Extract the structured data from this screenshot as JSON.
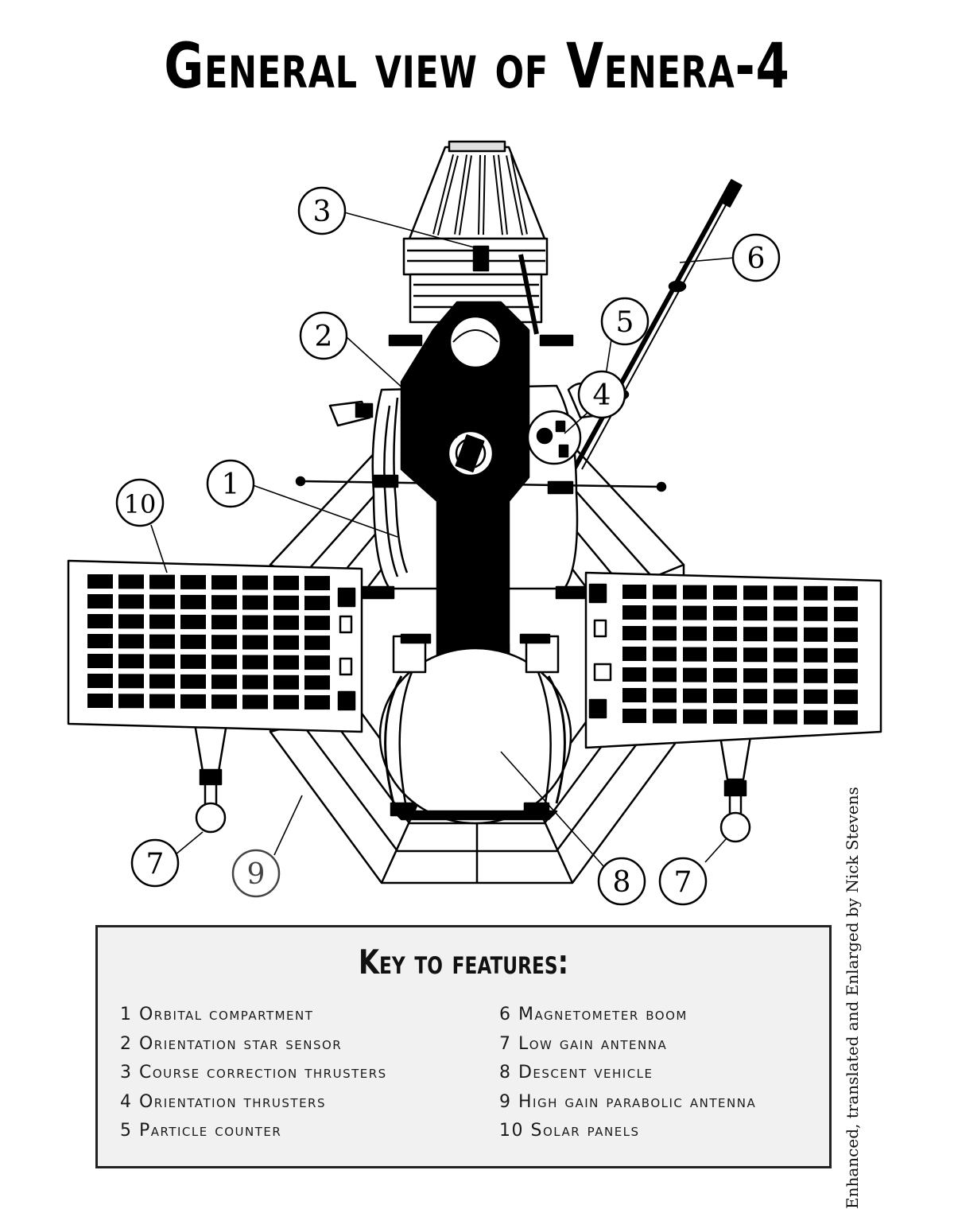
{
  "title": "General view of Venera-4",
  "callouts": [
    {
      "id": "c1",
      "label": "1"
    },
    {
      "id": "c2",
      "label": "2"
    },
    {
      "id": "c3",
      "label": "3"
    },
    {
      "id": "c4",
      "label": "4"
    },
    {
      "id": "c5",
      "label": "5"
    },
    {
      "id": "c6",
      "label": "6"
    },
    {
      "id": "c7a",
      "label": "7"
    },
    {
      "id": "c7b",
      "label": "7"
    },
    {
      "id": "c8",
      "label": "8"
    },
    {
      "id": "c9",
      "label": "9"
    },
    {
      "id": "c10",
      "label": "10"
    }
  ],
  "key": {
    "heading": "Key to features:",
    "left": [
      "1 Orbital compartment",
      "2 Orientation star sensor",
      "3 Course correction thrusters",
      "4 Orientation thrusters",
      "5 Particle counter"
    ],
    "right": [
      "6 Magnetometer boom",
      "7 Low gain antenna",
      "8 Descent vehicle",
      "9 High gain parabolic antenna",
      "10 Solar panels"
    ]
  },
  "credit": "Enhanced,  translated and Enlarged by Nick Stevens",
  "colors": {
    "ink": "#000000",
    "paper": "#ffffff",
    "key_box_fill": "#f1f1f1"
  }
}
